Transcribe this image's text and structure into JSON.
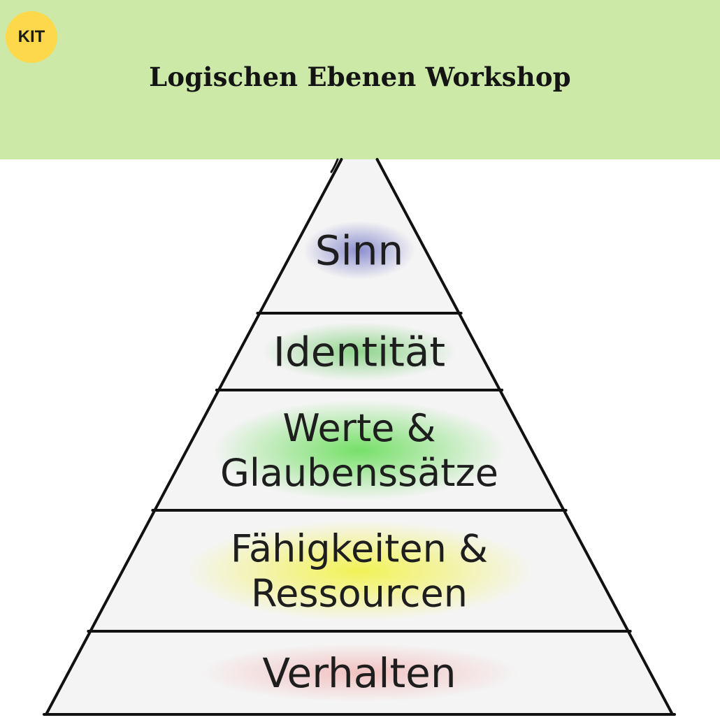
{
  "header": {
    "badge": "KIT",
    "title": "Logischen Ebenen Workshop"
  },
  "pyramid": {
    "levels": [
      {
        "lines": [
          "Sinn"
        ],
        "color": "#7a7ec8"
      },
      {
        "lines": [
          "Identität"
        ],
        "color": "#7fcf7a"
      },
      {
        "lines": [
          "Werte &",
          "Glaubenssätze"
        ],
        "color": "#5fdc4f"
      },
      {
        "lines": [
          "Fähigkeiten &",
          "Ressourcen"
        ],
        "color": "#f2f23a"
      },
      {
        "lines": [
          "Verhalten"
        ],
        "color": "#f2b8b8"
      }
    ]
  },
  "colors": {
    "banner": "#cce9a8",
    "badge": "#fcd84a"
  }
}
